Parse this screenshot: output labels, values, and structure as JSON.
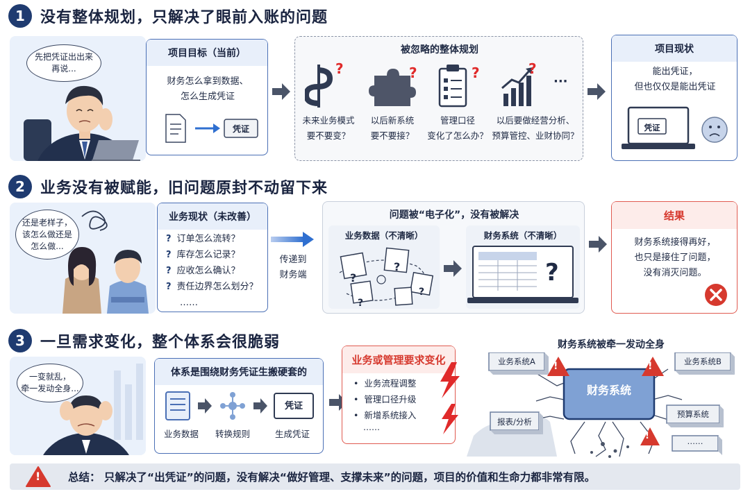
{
  "s1": {
    "num": "1",
    "title": "没有整体规划，只解决了眼前入账的问题",
    "bubble": [
      "先把凭证出出来",
      "再说..."
    ],
    "goal": {
      "title": "项目目标（当前）",
      "lines": [
        "财务怎么拿到数据、",
        "怎么生成凭证"
      ],
      "doc_label": "凭证"
    },
    "ignored": {
      "title": "被忽略的整体规划",
      "items": [
        {
          "icon": "dollar-route-icon",
          "lines": [
            "未来业务模式",
            "要不要变？"
          ]
        },
        {
          "icon": "puzzle-icon",
          "lines": [
            "以后新系统",
            "要不要接？"
          ]
        },
        {
          "icon": "clipboard-icon",
          "lines": [
            "管理口径",
            "变化了怎么办？"
          ]
        },
        {
          "icon": "growth-chart-icon",
          "lines": [
            "以后要做经营分析、",
            "预算管控、业财协同？"
          ]
        }
      ],
      "more": "···",
      "qmark": "?"
    },
    "status": {
      "title": "项目现状",
      "lines": [
        "能出凭证，",
        "但也仅仅是能出凭证"
      ],
      "screen_label": "凭证"
    }
  },
  "s2": {
    "num": "2",
    "title": "业务没有被赋能，旧问题原封不动留下来",
    "bubble": [
      "还是老样子，",
      "该怎么做还是",
      "怎么做..."
    ],
    "current": {
      "title": "业务现状（未改善）",
      "items": [
        "订单怎么流转？",
        "库存怎么记录？",
        "应收怎么确认？",
        "责任边界怎么划分？"
      ],
      "more": "……",
      "qm": "?"
    },
    "pass_label": [
      "传递到",
      "财务端"
    ],
    "digital": {
      "title": "问题被“电子化”，没有被解决",
      "left_title": "业务数据（不清晰）",
      "right_title": "财务系统（不清晰）",
      "qmark": "?"
    },
    "result": {
      "title": "结果",
      "lines": [
        "财务系统接得再好，",
        "也只是接住了问题，",
        "没有消灭问题。"
      ]
    }
  },
  "s3": {
    "num": "3",
    "title": "一旦需求变化，整个体系会很脆弱",
    "bubble": [
      "一变就乱，",
      "牵一发动全身..."
    ],
    "system": {
      "title": "体系是围绕财务凭证生搬硬套的",
      "steps": [
        "业务数据",
        "转换规则",
        "生成凭证"
      ],
      "doc_label": "凭证"
    },
    "changes": {
      "title": "业务或管理要求变化",
      "items": [
        "业务流程调整",
        "管理口径升级",
        "新增系统接入"
      ],
      "more": "……"
    },
    "diagram": {
      "title": "财务系统被牵一发动全身",
      "center": "财务系统",
      "nodes": [
        "业务系统A",
        "业务系统B",
        "报表/分析",
        "预算系统"
      ],
      "more": "……",
      "warn": "!"
    }
  },
  "summary": {
    "text": "总结：   只解决了“出凭证”的问题，没有解决“做好管理、支撑未来”的问题，项目的价值和生命力都非常有限。",
    "warn": "!"
  },
  "colors": {
    "navy": "#1f3b70",
    "accent_blue": "#4a6fb5",
    "red": "#d6392e"
  }
}
